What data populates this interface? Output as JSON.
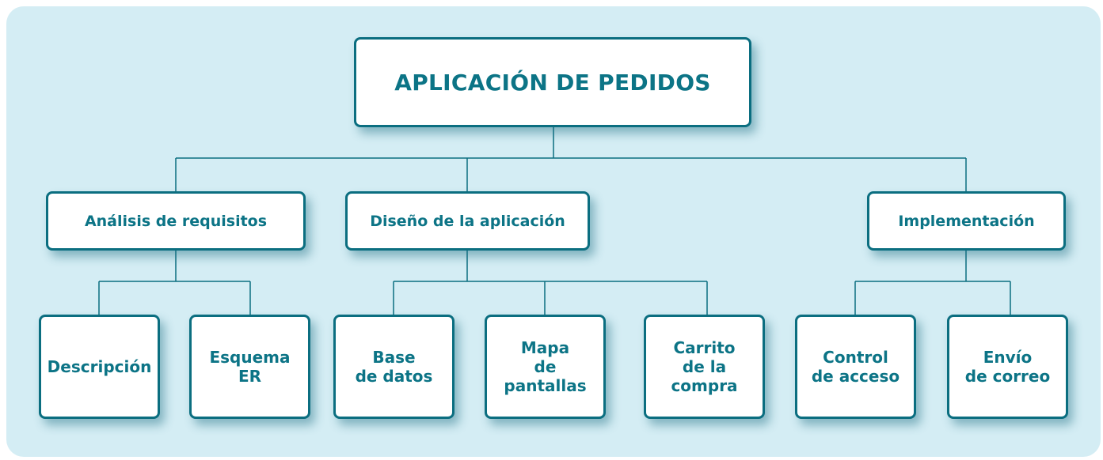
{
  "root": "APLICACIÓN DE PEDIDOS",
  "branches": [
    {
      "label": "Análisis de requisitos",
      "children": [
        [
          "Descripción"
        ],
        [
          "Esquema",
          "ER"
        ]
      ]
    },
    {
      "label": "Diseño de la aplicación",
      "children": [
        [
          "Base",
          "de datos"
        ],
        [
          "Mapa",
          "de",
          "pantallas"
        ],
        [
          "Carrito",
          "de la",
          "compra"
        ]
      ]
    },
    {
      "label": "Implementación",
      "children": [
        [
          "Control",
          "de acceso"
        ],
        [
          "Envío",
          "de correo"
        ]
      ]
    }
  ],
  "colors": {
    "background": "#d4edf4",
    "border": "#0b6e80",
    "text": "#0c7486"
  }
}
